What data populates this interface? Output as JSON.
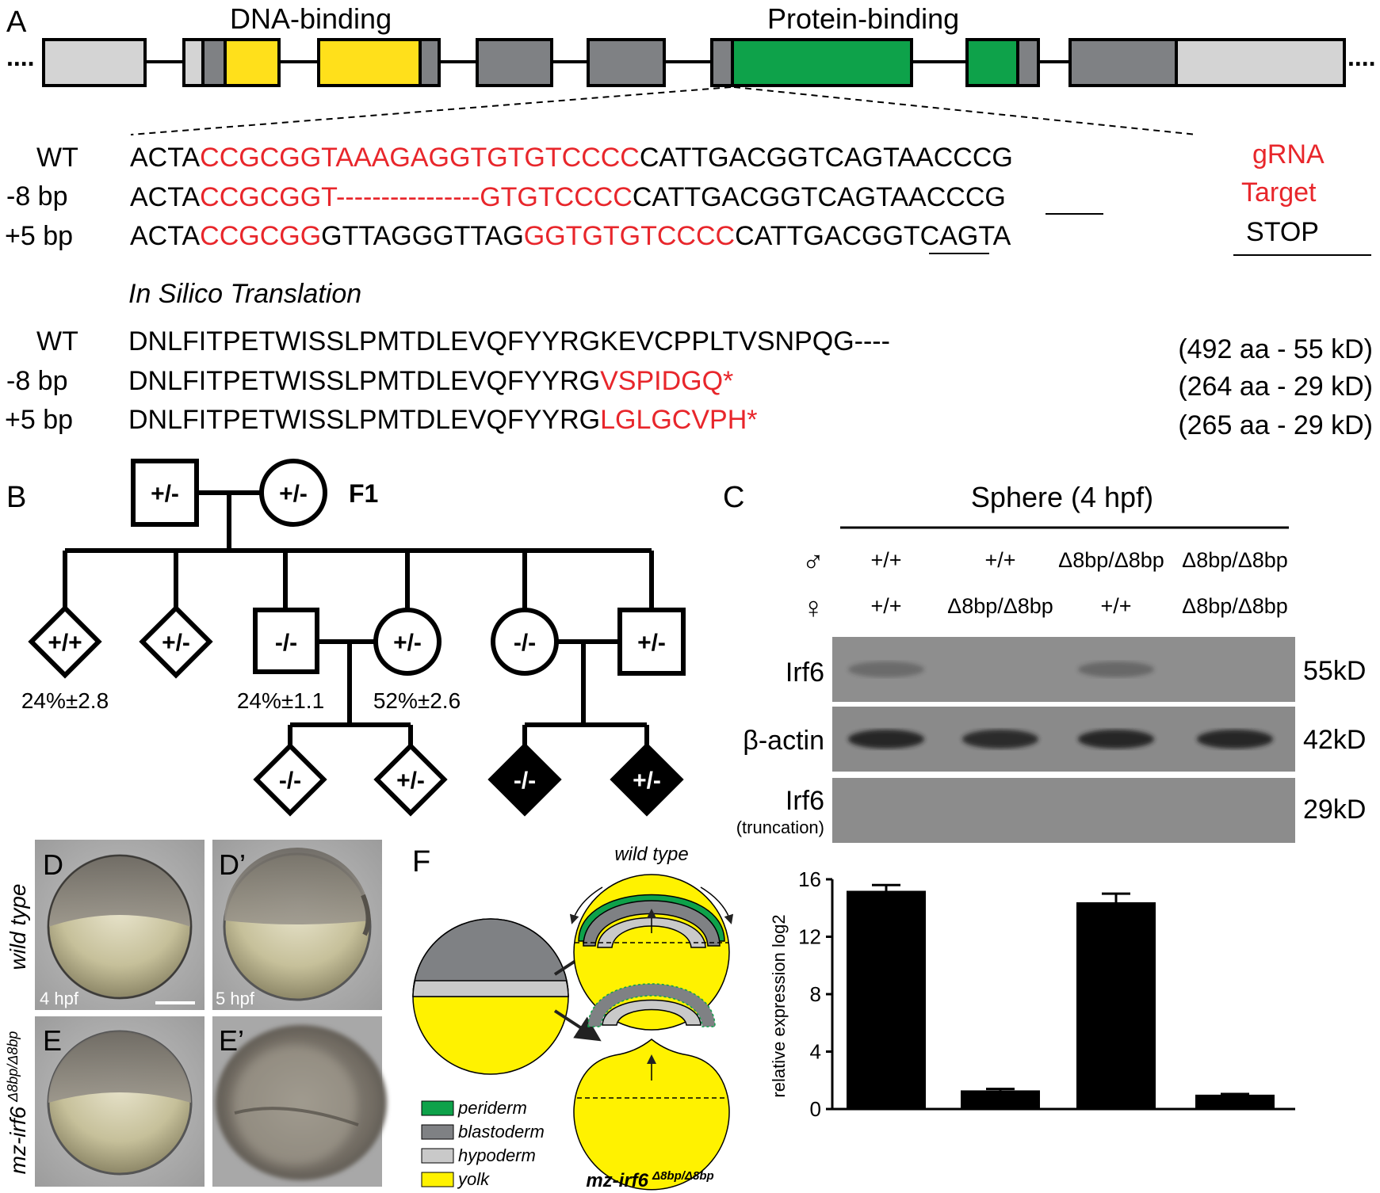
{
  "panel_labels": {
    "A": "A",
    "B": "B",
    "C": "C",
    "D": "D",
    "D_prime": "D’",
    "E": "E",
    "E_prime": "E’",
    "F": "F"
  },
  "panel_a": {
    "domain_dna": "DNA-binding",
    "domain_protein": "Protein-binding",
    "dots_left": "....",
    "dots_right": "....",
    "colors": {
      "utr": "#d4d4d4",
      "exon": "#7f8184",
      "dna_binding": "#ffe01b",
      "protein_binding": "#0ea24a",
      "red": "#e8262b"
    },
    "sequences": [
      {
        "label": "WT",
        "segments": [
          {
            "t": "ACTA",
            "c": "k"
          },
          {
            "t": "CCGCGGTAAAGAGGTGTGTCCCC",
            "c": "r"
          },
          {
            "t": "CATTGACGGTCAGTAACCCG",
            "c": "k"
          }
        ]
      },
      {
        "label": "-8 bp",
        "segments": [
          {
            "t": "ACTA",
            "c": "k"
          },
          {
            "t": "CCGCGGT----------------GTGTCCCC",
            "c": "r"
          },
          {
            "t": "CATTGACGGTCAG",
            "c": "k"
          },
          {
            "t": "TAA",
            "c": "u"
          },
          {
            "t": "CCCG",
            "c": "k"
          }
        ]
      },
      {
        "label": "+5 bp",
        "segments": [
          {
            "t": "ACTA",
            "c": "k"
          },
          {
            "t": "CCGCGG",
            "c": "r"
          },
          {
            "t": "GTTAGGGTTAG",
            "c": "k"
          },
          {
            "t": "GGTGTGTCCCC",
            "c": "r"
          },
          {
            "t": "CATT",
            "c": "k"
          },
          {
            "t": "GA",
            "c": "u"
          },
          {
            "t": "CGGTCAGTA",
            "c": "k"
          }
        ]
      }
    ],
    "legend_grna_line1": "gRNA",
    "legend_grna_line2": "Target",
    "legend_stop": "STOP",
    "translation_title": "In Silico Translation",
    "translations": [
      {
        "label": "WT",
        "black": "DNLFITPETWISSLPMTDLEVQFYYRGKEVCPPLTVSNPQG----",
        "red": "",
        "size": "(492 aa - 55 kD)"
      },
      {
        "label": "-8 bp",
        "black": "DNLFITPETWISSLPMTDLEVQFYYRG",
        "red": "VSPIDGQ*",
        "size": "(264 aa - 29 kD)"
      },
      {
        "label": "+5 bp",
        "black": "DNLFITPETWISSLPMTDLEVQFYYRG",
        "red": "LGLGCVPH*",
        "size": "(265 aa - 29 kD)"
      }
    ]
  },
  "panel_b": {
    "generation": "F1",
    "parent_male": "+/-",
    "parent_female": "+/-",
    "offspring": [
      "+/+",
      "+/-",
      "-/-",
      "+/-",
      "-/-",
      "+/-"
    ],
    "pct_wt": "24%±2.8",
    "pct_hom": "24%±1.1",
    "pct_het": "52%±2.6",
    "grand_left": [
      "-/-",
      "+/-"
    ],
    "grand_right": [
      "-/-",
      "+/-"
    ]
  },
  "panel_c": {
    "title": "Sphere (4 hpf)",
    "male_symbol": "♂",
    "female_symbol": "♀",
    "male_genotypes": [
      "+/+",
      "+/+",
      "Δ8bp/Δ8bp",
      "Δ8bp/Δ8bp"
    ],
    "female_genotypes": [
      "+/+",
      "Δ8bp/Δ8bp",
      "+/+",
      "Δ8bp/Δ8bp"
    ],
    "blot_irf6": "Irf6",
    "blot_actin": "β-actin",
    "blot_trunc": "Irf6",
    "blot_trunc_sub": "(truncation)",
    "size_55": "55kD",
    "size_42": "42kD",
    "size_29": "29kD",
    "irf6_band_intensity": [
      0.55,
      0,
      0.6,
      0
    ],
    "actin_band_intensity": [
      1,
      0.95,
      1,
      1
    ]
  },
  "chart_data": {
    "type": "bar",
    "categories": [
      "+/+ × +/+",
      "+/+ × Δ8bp/Δ8bp",
      "Δ8bp/Δ8bp × +/+",
      "Δ8bp/Δ8bp × Δ8bp/Δ8bp"
    ],
    "values": [
      15.2,
      1.3,
      14.4,
      1.0
    ],
    "errors": [
      0.4,
      0.1,
      0.6,
      0.05
    ],
    "ylabel": "relative expression log2",
    "ylim": [
      0,
      16
    ],
    "yticks": [
      "0",
      "4",
      "8",
      "12",
      "16"
    ],
    "bar_color": "#000000"
  },
  "panel_d": {
    "row_wt": "wild type",
    "row_mz_prefix": "mz-irf6",
    "row_mz_sup": "Δ8bp/Δ8bp",
    "time_4": "4 hpf",
    "time_5": "5 hpf"
  },
  "panel_f": {
    "title_wt": "wild type",
    "title_mz_prefix": "mz-irf6",
    "title_mz_sup": "Δ8bp/Δ8bp",
    "legend": [
      {
        "label": "periderm",
        "color": "#0ea24a"
      },
      {
        "label": "blastoderm",
        "color": "#7f8184"
      },
      {
        "label": "hypoderm",
        "color": "#c9c9c9"
      },
      {
        "label": "yolk",
        "color": "#fff200"
      }
    ]
  }
}
